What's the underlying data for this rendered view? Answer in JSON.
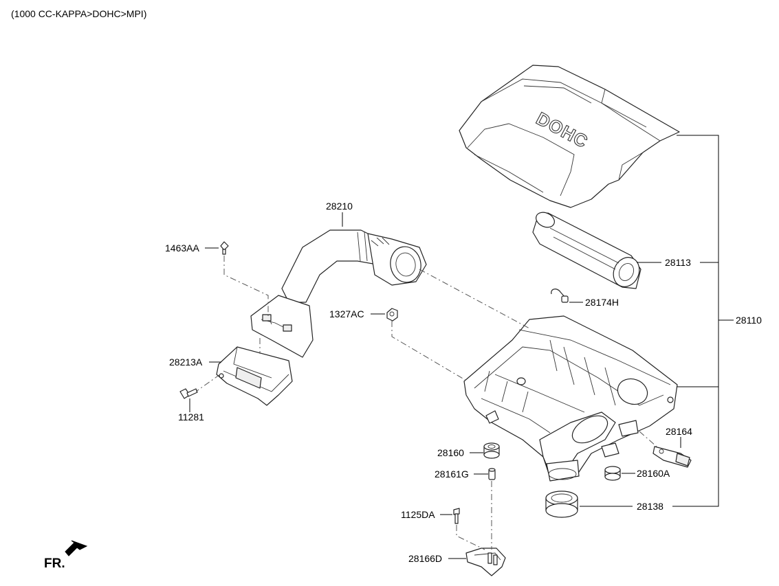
{
  "header": {
    "model_path": "(1000 CC-KAPPA>DOHC>MPI)"
  },
  "cover": {
    "engraving": "DOHC"
  },
  "front_marker": {
    "label": "FR."
  },
  "callouts": [
    {
      "id": "28210",
      "label": "28210"
    },
    {
      "id": "1463AA",
      "label": "1463AA"
    },
    {
      "id": "1327AC",
      "label": "1327AC"
    },
    {
      "id": "28213A",
      "label": "28213A"
    },
    {
      "id": "11281",
      "label": "11281"
    },
    {
      "id": "28113",
      "label": "28113"
    },
    {
      "id": "28174H",
      "label": "28174H"
    },
    {
      "id": "28110",
      "label": "28110"
    },
    {
      "id": "28164",
      "label": "28164"
    },
    {
      "id": "28160",
      "label": "28160"
    },
    {
      "id": "28160A",
      "label": "28160A"
    },
    {
      "id": "28161G",
      "label": "28161G"
    },
    {
      "id": "28138",
      "label": "28138"
    },
    {
      "id": "1125DA",
      "label": "1125DA"
    },
    {
      "id": "28166D",
      "label": "28166D"
    }
  ]
}
